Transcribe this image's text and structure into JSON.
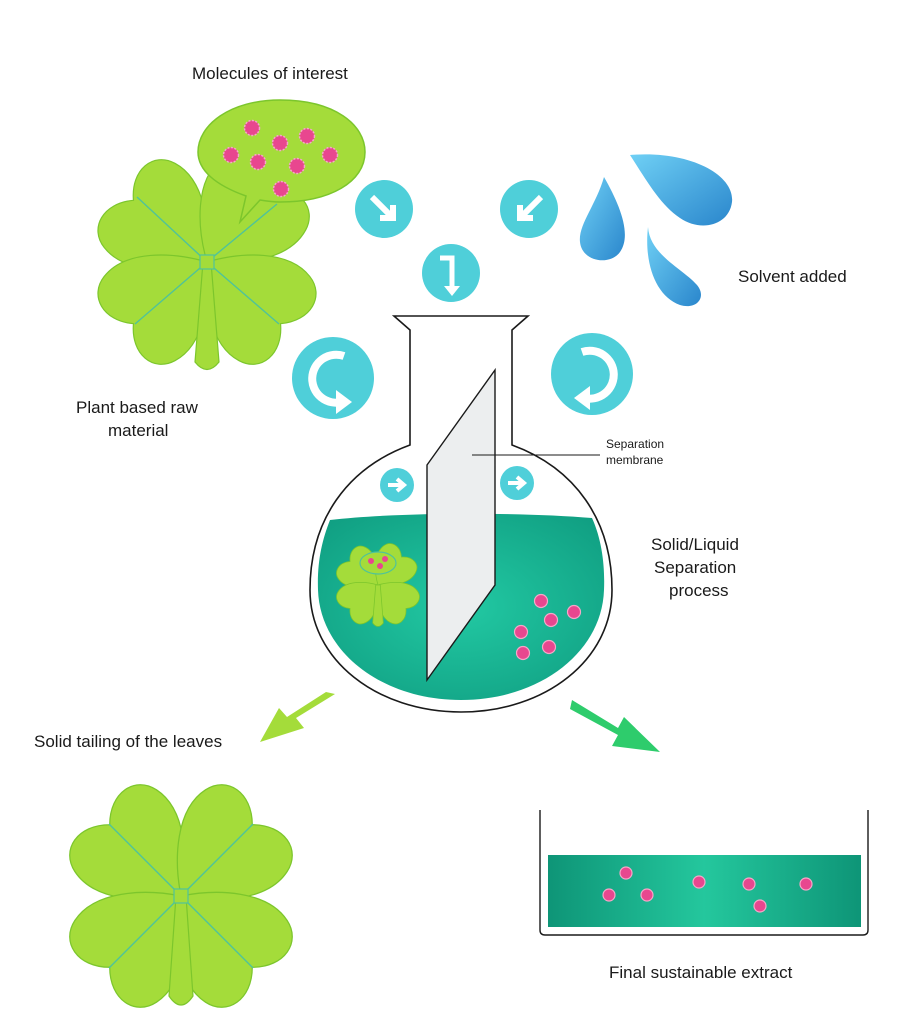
{
  "labels": {
    "molecules": "Molecules of interest",
    "solvent": "Solvent added",
    "plant_line1": "Plant based raw",
    "plant_line2": "material",
    "membrane_line1": "Separation",
    "membrane_line2": "membrane",
    "process_line1": "Solid/Liquid",
    "process_line2": "Separation",
    "process_line3": "process",
    "tailing": "Solid tailing of the leaves",
    "extract": "Final sustainable extract"
  },
  "colors": {
    "leaf": "#a4dc3a",
    "leaf_edge": "#7cc62c",
    "vein": "#4fc39a",
    "bubble": "#a4dc3a",
    "molecule": "#e8478f",
    "arrow_circle": "#4fcfd9",
    "drop_light": "#5cc4ef",
    "drop_dark": "#2a8ad0",
    "liquid": "#1fbc9b",
    "liquid_dark": "#0e9a7e",
    "membrane": "#eceeef",
    "arrow_light_green": "#a4dc3a",
    "arrow_dark_green": "#2ecc6c"
  },
  "icons": {
    "arrow_down_right": "arrow-down-right-icon",
    "arrow_down_left": "arrow-down-left-icon",
    "arrow_curved_down": "arrow-curved-down-icon",
    "arrow_circular_left": "rotate-arrow-icon",
    "arrow_circular_right": "rotate-arrow-icon",
    "arrow_right": "arrow-right-icon"
  }
}
